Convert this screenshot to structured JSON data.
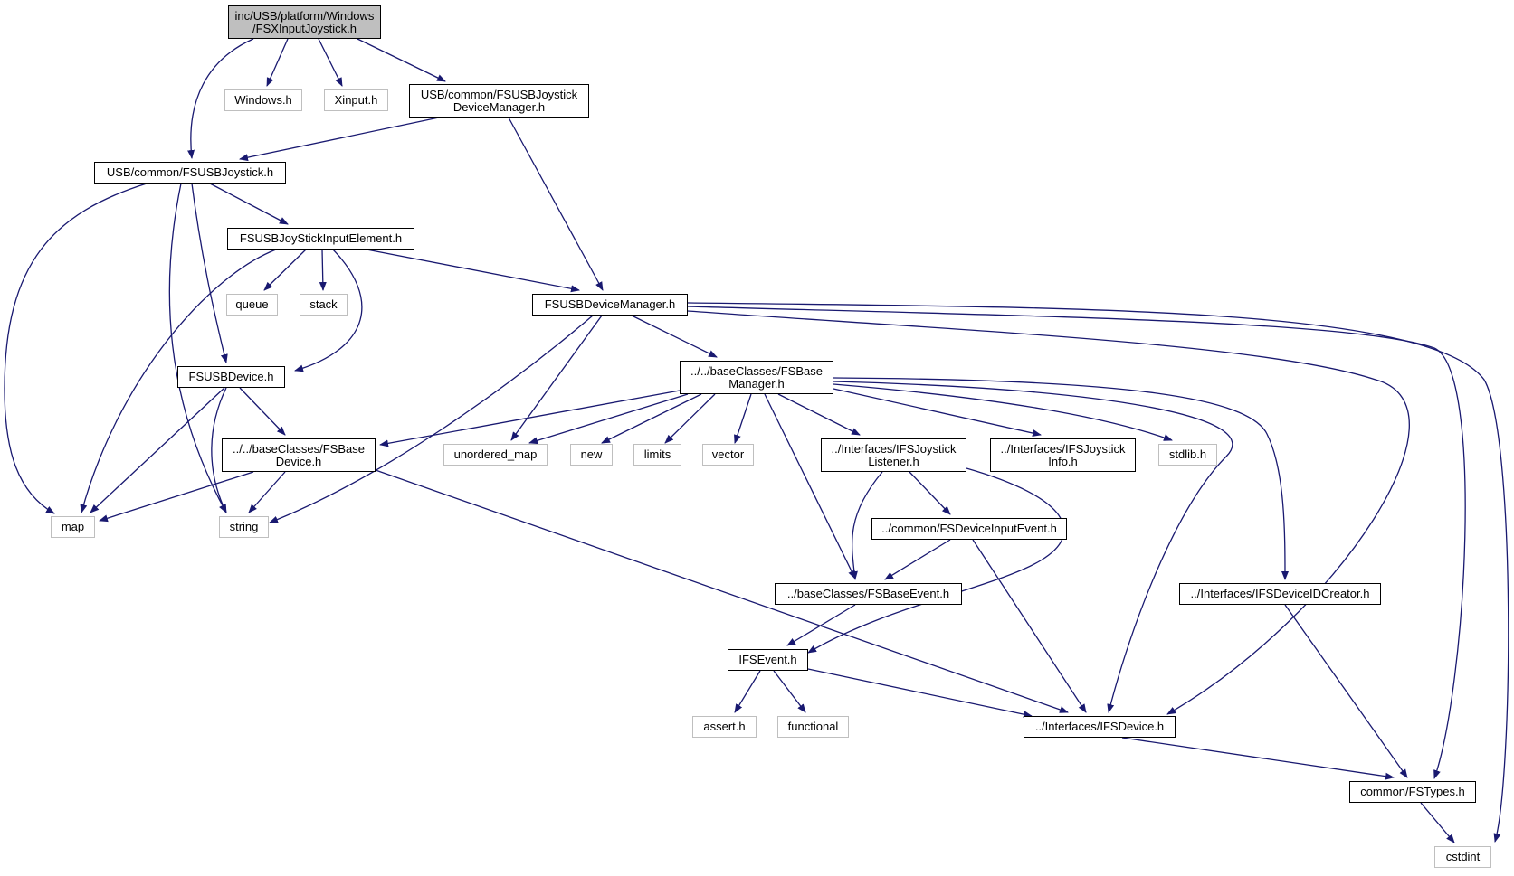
{
  "colors": {
    "edge": "#191970",
    "root_fill": "#bfbfbf",
    "external_border": "#bfbfbf",
    "node_border": "#000000"
  },
  "nodes": {
    "root": {
      "lines": [
        "inc/USB/platform/Windows",
        "/FSXInputJoystick.h"
      ]
    },
    "windows_h": {
      "lines": [
        "Windows.h"
      ]
    },
    "xinput_h": {
      "lines": [
        "Xinput.h"
      ]
    },
    "joystick_device_manager_h": {
      "lines": [
        "USB/common/FSUSBJoystick",
        "DeviceManager.h"
      ]
    },
    "usb_joystick_h": {
      "lines": [
        "USB/common/FSUSBJoystick.h"
      ]
    },
    "joystick_input_element_h": {
      "lines": [
        "FSUSBJoyStickInputElement.h"
      ]
    },
    "queue": {
      "lines": [
        "queue"
      ]
    },
    "stack": {
      "lines": [
        "stack"
      ]
    },
    "device_manager_h": {
      "lines": [
        "FSUSBDeviceManager.h"
      ]
    },
    "usb_device_h": {
      "lines": [
        "FSUSBDevice.h"
      ]
    },
    "base_manager_h": {
      "lines": [
        "../../baseClasses/FSBase",
        "Manager.h"
      ]
    },
    "base_device_h": {
      "lines": [
        "../../baseClasses/FSBase",
        "Device.h"
      ]
    },
    "unordered_map": {
      "lines": [
        "unordered_map"
      ]
    },
    "new": {
      "lines": [
        "new"
      ]
    },
    "limits": {
      "lines": [
        "limits"
      ]
    },
    "vector": {
      "lines": [
        "vector"
      ]
    },
    "joystick_listener_h": {
      "lines": [
        "../Interfaces/IFSJoystick",
        "Listener.h"
      ]
    },
    "joystick_info_h": {
      "lines": [
        "../Interfaces/IFSJoystick",
        "Info.h"
      ]
    },
    "stdlib_h": {
      "lines": [
        "stdlib.h"
      ]
    },
    "map": {
      "lines": [
        "map"
      ]
    },
    "string": {
      "lines": [
        "string"
      ]
    },
    "device_input_event_h": {
      "lines": [
        "../common/FSDeviceInputEvent.h"
      ]
    },
    "base_event_h": {
      "lines": [
        "../baseClasses/FSBaseEvent.h"
      ]
    },
    "device_id_creator_h": {
      "lines": [
        "../Interfaces/IFSDeviceIDCreator.h"
      ]
    },
    "ifs_event_h": {
      "lines": [
        "IFSEvent.h"
      ]
    },
    "assert_h": {
      "lines": [
        "assert.h"
      ]
    },
    "functional": {
      "lines": [
        "functional"
      ]
    },
    "ifs_device_h": {
      "lines": [
        "../Interfaces/IFSDevice.h"
      ]
    },
    "fstypes_h": {
      "lines": [
        "common/FSTypes.h"
      ]
    },
    "cstdint": {
      "lines": [
        "cstdint"
      ]
    }
  }
}
